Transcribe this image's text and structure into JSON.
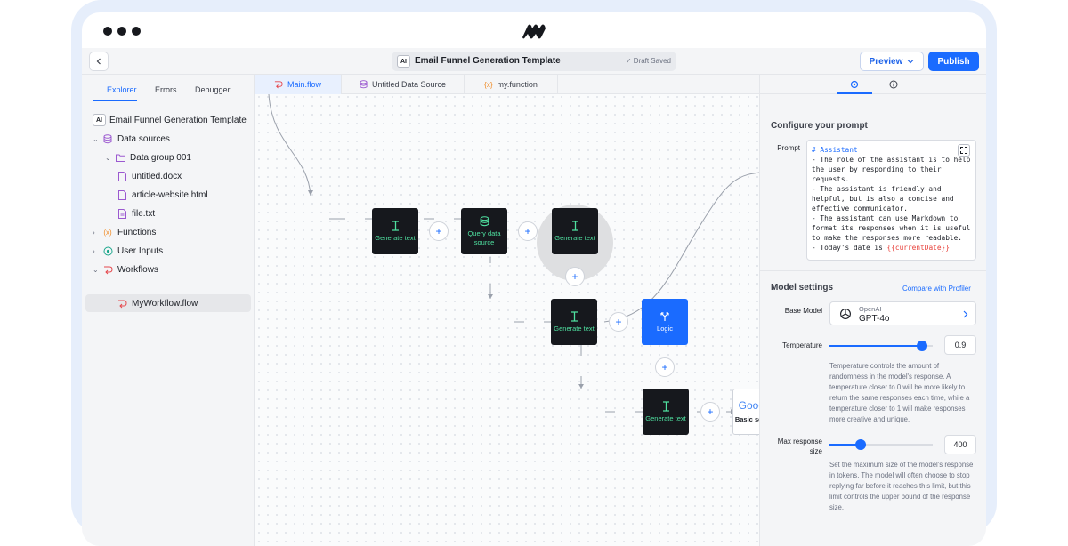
{
  "header": {
    "doc_badge": "AI",
    "doc_title": "Email Funnel Generation Template",
    "status": "Draft Saved",
    "preview_label": "Preview",
    "publish_label": "Publish"
  },
  "sidebar": {
    "tabs": [
      {
        "label": "Explorer",
        "active": true
      },
      {
        "label": "Errors",
        "active": false
      },
      {
        "label": "Debugger",
        "active": false
      }
    ],
    "tree": [
      {
        "label": "Email Funnel Generation Template",
        "icon": "ai-badge"
      },
      {
        "label": "Data sources",
        "icon": "database-icon",
        "expanded": true
      },
      {
        "label": "Data group 001",
        "icon": "folder-icon",
        "expanded": true
      },
      {
        "label": "untitled.docx",
        "icon": "document-icon"
      },
      {
        "label": "article-website.html",
        "icon": "document-icon"
      },
      {
        "label": "file.txt",
        "icon": "file-icon"
      },
      {
        "label": "Functions",
        "icon": "function-icon",
        "expanded": false
      },
      {
        "label": "User Inputs",
        "icon": "user-input-icon",
        "expanded": false
      },
      {
        "label": "Workflows",
        "icon": "workflow-icon",
        "expanded": true
      },
      {
        "label": "MyWorkflow.flow",
        "icon": "workflow-icon",
        "selected": true
      }
    ]
  },
  "canvas": {
    "tabs": [
      {
        "label": "Main.flow",
        "icon": "workflow-icon",
        "active": true
      },
      {
        "label": "Untitled Data Source",
        "icon": "database-icon",
        "active": false
      },
      {
        "label": "my.function",
        "icon": "function-icon",
        "active": false
      }
    ],
    "nodes": {
      "gen1": "Generate text",
      "query": "Query data source",
      "gen2": "Generate text",
      "gen3": "Generate text",
      "logic": "Logic",
      "gen4": "Generate text",
      "google_logo": "Google",
      "google_label": "Basic search"
    },
    "plus_symbol": "+"
  },
  "right_panel": {
    "section_title": "Configure your prompt",
    "prompt_label": "Prompt",
    "prompt_heading": "# Assistant",
    "prompt_body": "- The role of the assistant is to help the user by responding to their requests.\n- The assistant is friendly and helpful, but is also a concise and effective communicator.\n- The assistant can use Markdown to format its responses when it is useful to make the responses more readable.\n- Today's date is ",
    "prompt_variable": "{{currentDate}}",
    "model_settings_title": "Model settings",
    "compare_link": "Compare with Profiler",
    "base_model_label": "Base Model",
    "model_provider": "OpenAI",
    "model_name": "GPT-4o",
    "temperature_label": "Temperature",
    "temperature_value": "0.9",
    "temperature_level": 0.9,
    "temperature_help": "Temperature controls the amount of randomness in the model's response. A temperature closer to 0 will be more likely to return the same responses each time, while a temperature closer to 1 will make responses more creative and unique.",
    "max_size_label": "Max response size",
    "max_size_value": "400",
    "max_size_level": 0.3,
    "max_size_help": "Set the maximum size of the model's response in tokens. The model will often choose to stop replying far before it reaches this limit, but this limit controls the upper bound of the response size."
  },
  "colors": {
    "accent": "#1a6bff",
    "node_bg": "#16181d",
    "node_text": "#4fe0a0"
  }
}
